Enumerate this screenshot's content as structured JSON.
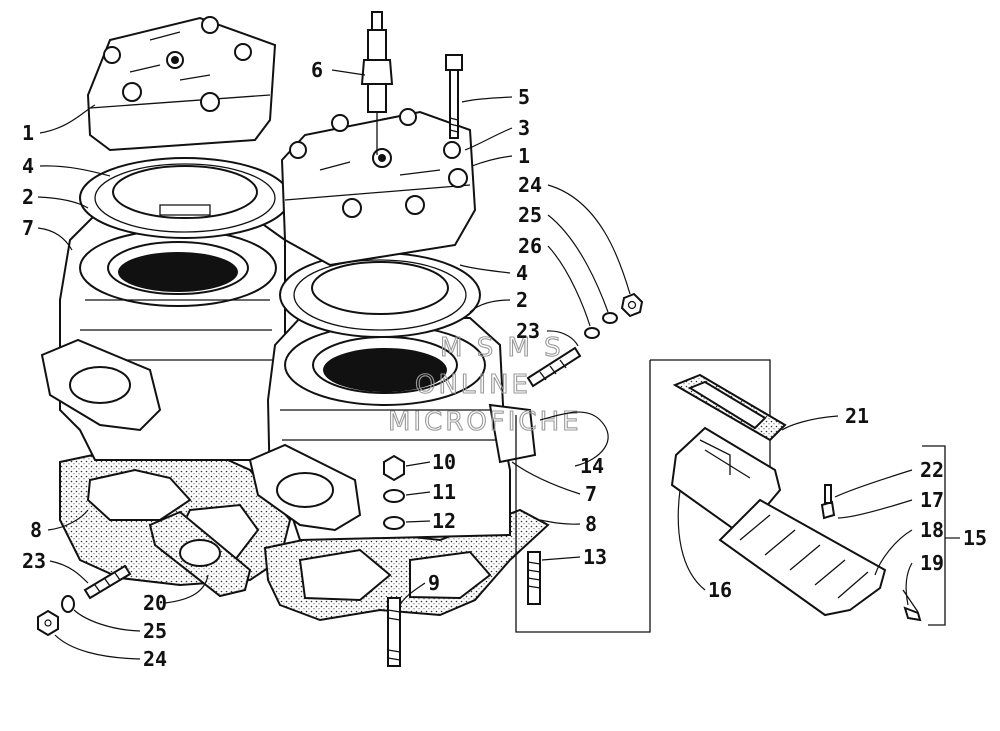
{
  "callouts": [
    {
      "id": "c1a",
      "text": "1"
    },
    {
      "id": "c4a",
      "text": "4"
    },
    {
      "id": "c2a",
      "text": "2"
    },
    {
      "id": "c7a",
      "text": "7"
    },
    {
      "id": "c6",
      "text": "6"
    },
    {
      "id": "c5",
      "text": "5"
    },
    {
      "id": "c3",
      "text": "3"
    },
    {
      "id": "c1b",
      "text": "1"
    },
    {
      "id": "c24a",
      "text": "24"
    },
    {
      "id": "c25a",
      "text": "25"
    },
    {
      "id": "c26",
      "text": "26"
    },
    {
      "id": "c4b",
      "text": "4"
    },
    {
      "id": "c2b",
      "text": "2"
    },
    {
      "id": "c23a",
      "text": "23"
    },
    {
      "id": "c21",
      "text": "21"
    },
    {
      "id": "c14",
      "text": "14"
    },
    {
      "id": "c10",
      "text": "10"
    },
    {
      "id": "c11",
      "text": "11"
    },
    {
      "id": "c12",
      "text": "12"
    },
    {
      "id": "c7b",
      "text": "7"
    },
    {
      "id": "c8a",
      "text": "8"
    },
    {
      "id": "c8b",
      "text": "8"
    },
    {
      "id": "c23b",
      "text": "23"
    },
    {
      "id": "c20",
      "text": "20"
    },
    {
      "id": "c25b",
      "text": "25"
    },
    {
      "id": "c24b",
      "text": "24"
    },
    {
      "id": "c9",
      "text": "9"
    },
    {
      "id": "c13",
      "text": "13"
    },
    {
      "id": "c16",
      "text": "16"
    },
    {
      "id": "c22",
      "text": "22"
    },
    {
      "id": "c17",
      "text": "17"
    },
    {
      "id": "c18",
      "text": "18"
    },
    {
      "id": "c19",
      "text": "19"
    },
    {
      "id": "c15",
      "text": "15"
    }
  ],
  "watermark": {
    "line1": "M S M S",
    "line2": "ONLINE",
    "line3": "MICROFICHE"
  }
}
